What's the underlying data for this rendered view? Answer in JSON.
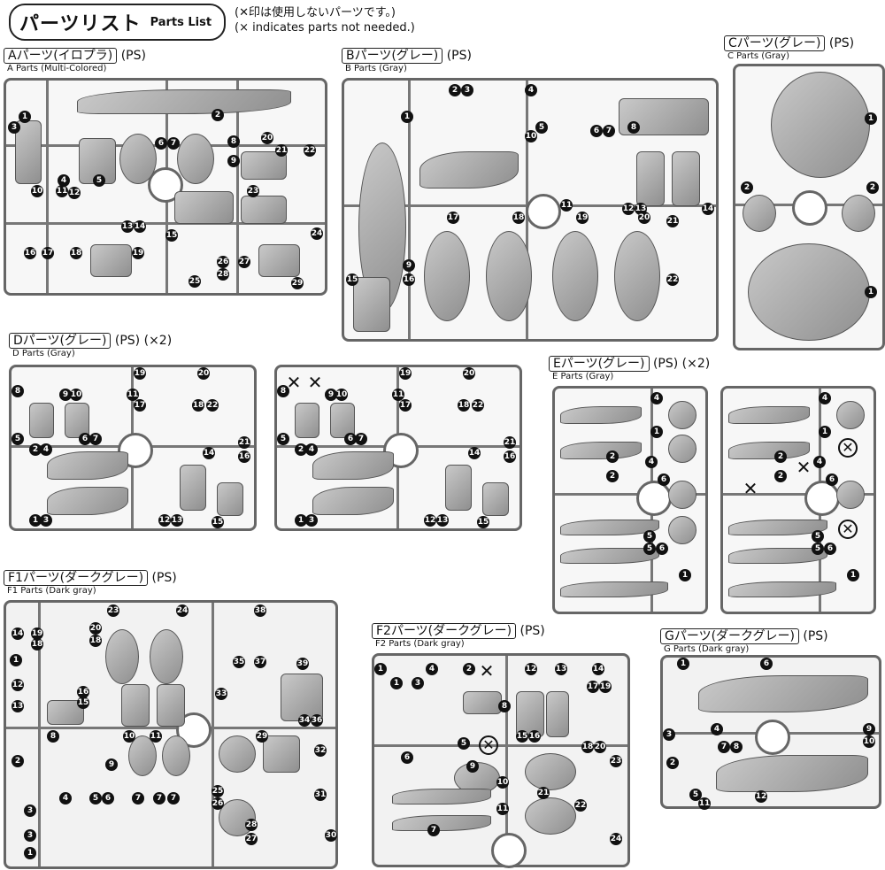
{
  "header": {
    "title_jp": "パーツリスト",
    "title_en": "Parts List",
    "note_jp": "(✕印は使用しないパーツです。)",
    "note_en": "(× indicates parts not needed.)"
  },
  "sections": {
    "A": {
      "label_jp": "Aパーツ(イロプラ)",
      "plastic": "(PS)",
      "label_en": "A Parts (Multi-Colored)"
    },
    "B": {
      "label_jp": "Bパーツ(グレー)",
      "plastic": "(PS)",
      "label_en": "B Parts (Gray)"
    },
    "C": {
      "label_jp": "Cパーツ(グレー)",
      "plastic": "(PS)",
      "label_en": "C Parts (Gray)"
    },
    "D": {
      "label_jp": "Dパーツ(グレー)",
      "plastic": "(PS)",
      "qty": "(×2)",
      "label_en": "D Parts (Gray)"
    },
    "E": {
      "label_jp": "Eパーツ(グレー)",
      "plastic": "(PS)",
      "qty": "(×2)",
      "label_en": "E Parts (Gray)"
    },
    "F1": {
      "label_jp": "F1パーツ(ダークグレー)",
      "plastic": "(PS)",
      "label_en": "F1 Parts (Dark gray)"
    },
    "F2": {
      "label_jp": "F2パーツ(ダークグレー)",
      "plastic": "(PS)",
      "label_en": "F2 Parts (Dark gray)"
    },
    "G": {
      "label_jp": "Gパーツ(ダークグレー)",
      "plastic": "(PS)",
      "label_en": "G Parts (Dark gray)"
    }
  },
  "numbers": {
    "n1": "1",
    "n2": "2",
    "n3": "3",
    "n4": "4",
    "n5": "5",
    "n6": "6",
    "n7": "7",
    "n8": "8",
    "n9": "9",
    "n10": "10",
    "n11": "11",
    "n12": "12",
    "n13": "13",
    "n14": "14",
    "n15": "15",
    "n16": "16",
    "n17": "17",
    "n18": "18",
    "n19": "19",
    "n20": "20",
    "n21": "21",
    "n22": "22",
    "n23": "23",
    "n24": "24",
    "n25": "25",
    "n26": "26",
    "n27": "27",
    "n28": "28",
    "n29": "29",
    "n30": "30",
    "n31": "31",
    "n32": "32",
    "n33": "33",
    "n34": "34",
    "n35": "35",
    "n36": "36",
    "n37": "37",
    "n38": "38",
    "n39": "39"
  },
  "marks": {
    "x": "✕"
  },
  "colors": {
    "frame": "#666666",
    "part_light": "#c9c9c9",
    "part_dark": "#8f8f8f",
    "badge": "#111111"
  }
}
